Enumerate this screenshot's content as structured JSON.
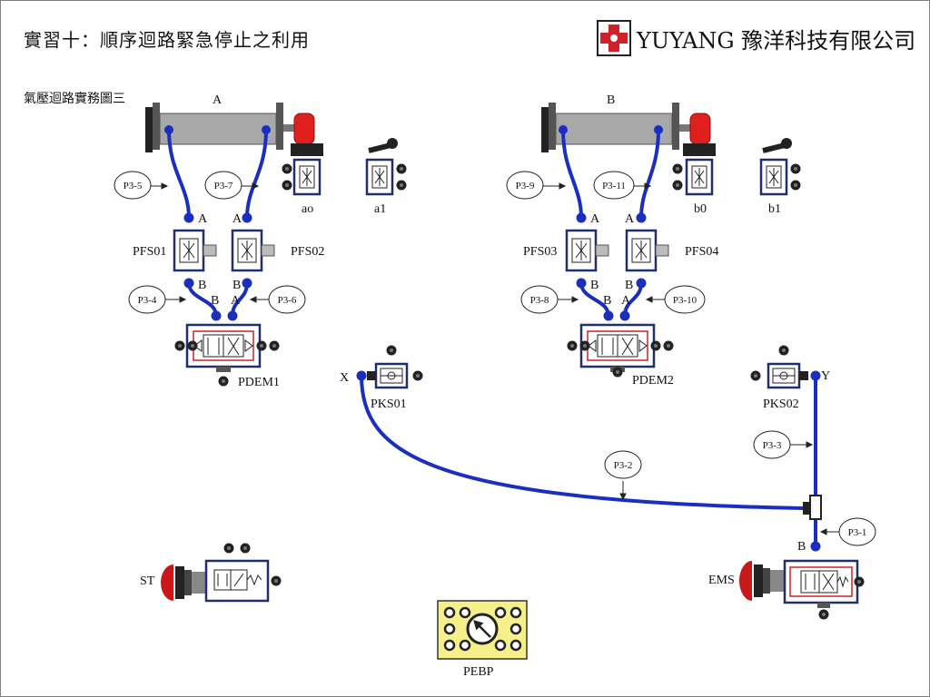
{
  "page": {
    "title": "實習十：順序迴路緊急停止之利用",
    "subtitle": "氣壓迴路實務圖三",
    "brand": {
      "name": "YUYANG 豫洋科技有限公司",
      "accent": "#d0202a"
    }
  },
  "labels": {
    "cyl_a": "A",
    "cyl_b": "B",
    "ao": "ao",
    "a1": "a1",
    "b0": "b0",
    "b1": "b1",
    "pfs01": "PFS01",
    "pfs02": "PFS02",
    "pfs03": "PFS03",
    "pfs04": "PFS04",
    "pdem1": "PDEM1",
    "pdem2": "PDEM2",
    "pks01": "PKS01",
    "pks02": "PKS02",
    "st": "ST",
    "ems": "EMS",
    "pebp": "PEBP",
    "x": "X",
    "y": "Y",
    "port_a": "A",
    "port_b": "B"
  },
  "tubes": {
    "p3_1": "P3-1",
    "p3_2": "P3-2",
    "p3_3": "P3-3",
    "p3_4": "P3-4",
    "p3_5": "P3-5",
    "p3_6": "P3-6",
    "p3_7": "P3-7",
    "p3_8": "P3-8",
    "p3_9": "P3-9",
    "p3_10": "P3-10",
    "p3_11": "P3-11"
  },
  "colors": {
    "tube": "#1a2fbf",
    "valve_border": "#1e2f6b",
    "cylinder": "#a8a8a8",
    "cap_red": "#e0201c",
    "emergency_red": "#c8181a",
    "panel_yellow": "#f5f08a"
  }
}
